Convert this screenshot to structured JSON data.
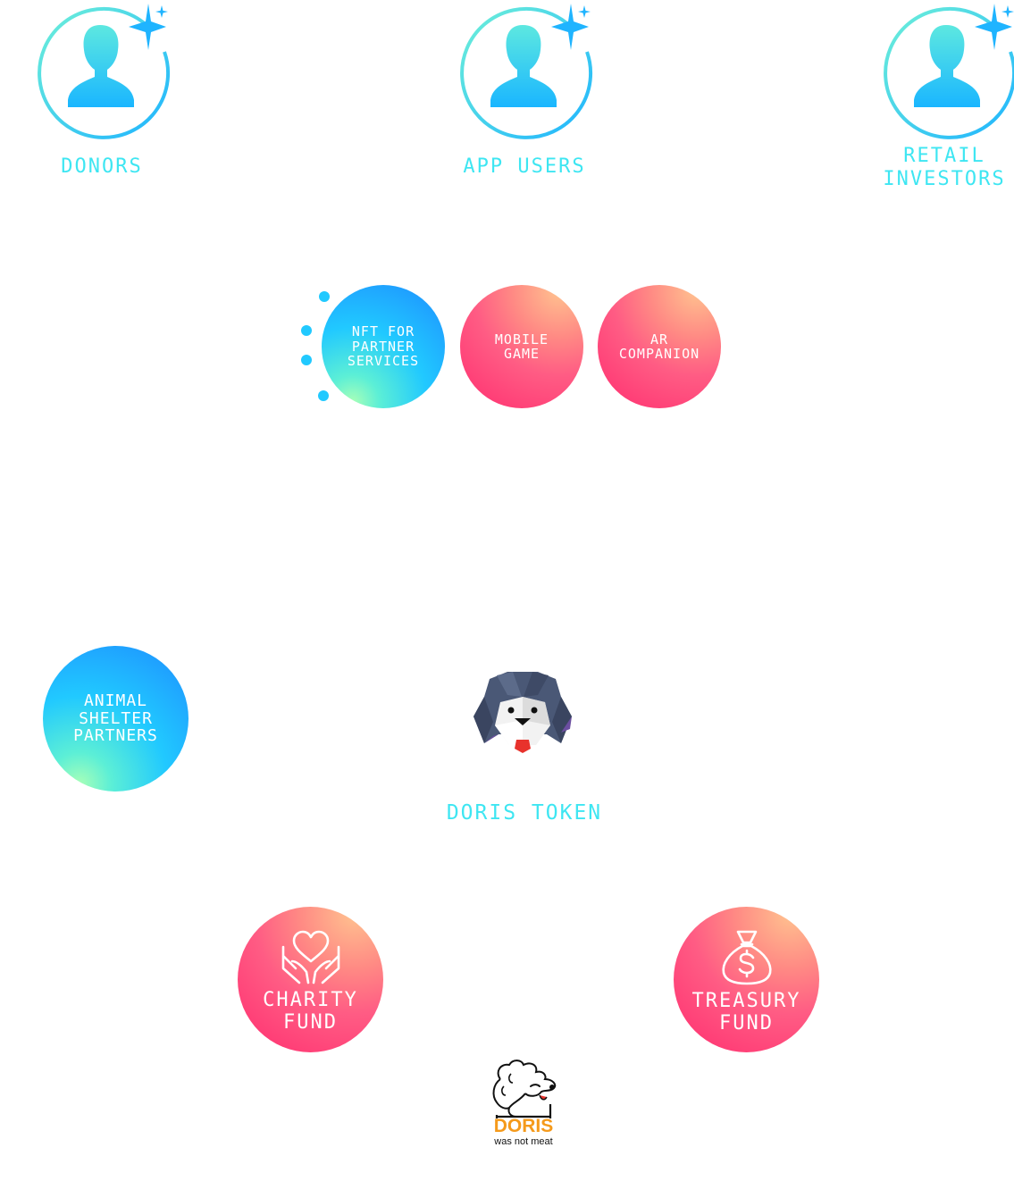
{
  "top_nodes": [
    {
      "id": "donors",
      "label": "DONORS",
      "icon": "person-sparkle-icon"
    },
    {
      "id": "app-users",
      "label": "APP USERS",
      "icon": "person-sparkle-icon"
    },
    {
      "id": "retail-investors",
      "label": "RETAIL\nINVESTORS",
      "icon": "person-sparkle-icon"
    }
  ],
  "products": [
    {
      "label": "NFT FOR\nPARTNER\nSERVICES",
      "style": "blue"
    },
    {
      "label": "MOBILE\nGAME",
      "style": "pink"
    },
    {
      "label": "AR\nCOMPANION",
      "style": "pink"
    }
  ],
  "partners": {
    "label": "ANIMAL\nSHELTER\nPARTNERS",
    "style": "blue"
  },
  "center": {
    "label": "DORIS TOKEN",
    "icon": "dog-head-icon"
  },
  "funds": [
    {
      "label": "CHARITY\nFUND",
      "icon": "hands-heart-icon",
      "style": "pink"
    },
    {
      "label": "TREASURY\nFUND",
      "icon": "money-bag-icon",
      "style": "pink"
    }
  ],
  "brand": {
    "name": "DORIS",
    "tagline": "was not meat",
    "icon": "doris-dog-logo-icon"
  },
  "colors": {
    "cyan": "#3ee6f2",
    "blue": "#21c9ff",
    "pink": "#ff2d6f",
    "orange": "#f59a1b"
  }
}
